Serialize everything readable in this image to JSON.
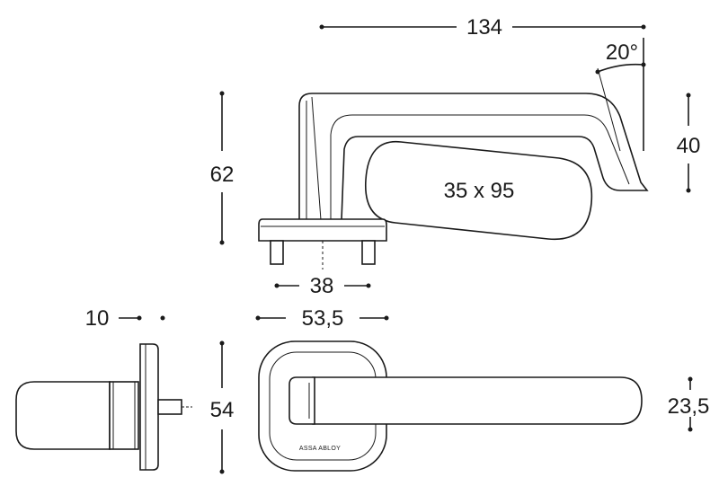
{
  "dimensions": {
    "length": "134",
    "angle": "20°",
    "height_total": "62",
    "height_end": "40",
    "grip_section": "35 x 95",
    "rose_spacing": "38",
    "rose_depth": "10",
    "rose_width": "53,5",
    "rose_height": "54",
    "grip_width": "23,5"
  },
  "brand": "ASSA ABLOY",
  "colors": {
    "line": "#1a1a1a",
    "background": "#ffffff"
  }
}
